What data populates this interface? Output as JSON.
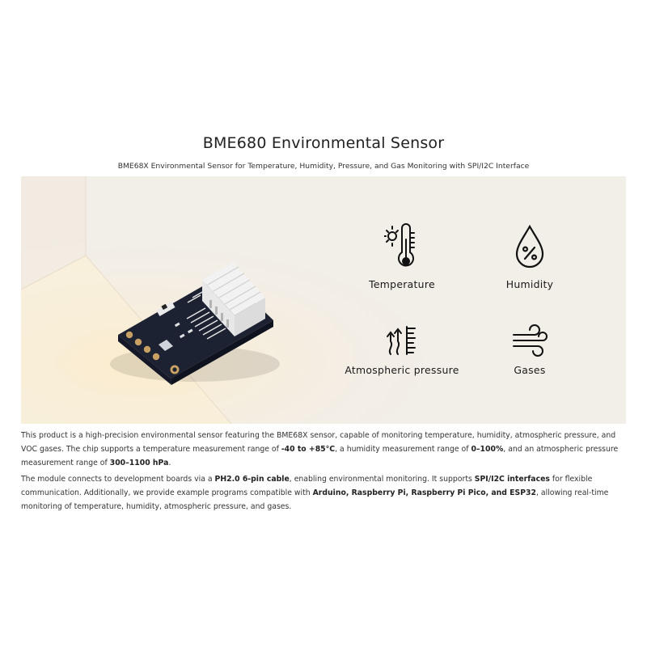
{
  "title": "BME680 Environmental Sensor",
  "subtitle": "BME68X Environmental Sensor for Temperature, Humidity, Pressure, and Gas Monitoring with SPI/I2C Interface",
  "features": [
    {
      "label": "Temperature",
      "icon": "thermometer-sun-icon"
    },
    {
      "label": "Humidity",
      "icon": "water-drop-percent-icon"
    },
    {
      "label": "Atmospheric pressure",
      "icon": "pressure-arrows-icon"
    },
    {
      "label": "Gases",
      "icon": "wind-gas-icon"
    }
  ],
  "description": {
    "p1": {
      "t1": "This product is a high-precision environmental sensor featuring the BME68X sensor, capable of monitoring temperature, humidity, atmospheric pressure, and VOC gases. The chip supports a temperature measurement range of ",
      "b1": "-40 to +85°C",
      "t2": ", a humidity measurement range of ",
      "b2": "0–100%",
      "t3": ", and an atmospheric pressure measurement range of ",
      "b3": "300–1100 hPa",
      "t4": "."
    },
    "p2": {
      "t1": "The module connects to development boards via a ",
      "b1": "PH2.0 6-pin cable",
      "t2": ", enabling environmental monitoring. It supports ",
      "b2": "SPI/I2C interfaces",
      "t3": " for flexible communication. Additionally, we provide example programs compatible with ",
      "b3": "Arduino, Raspberry Pi, Raspberry Pi Pico, and ESP32",
      "t4": ", allowing real-time monitoring of temperature, humidity, atmospheric pressure, and gases."
    }
  },
  "colors": {
    "banner_bg": "#f3efe9",
    "board": "#1d2233",
    "connector": "#f2f2f2"
  }
}
